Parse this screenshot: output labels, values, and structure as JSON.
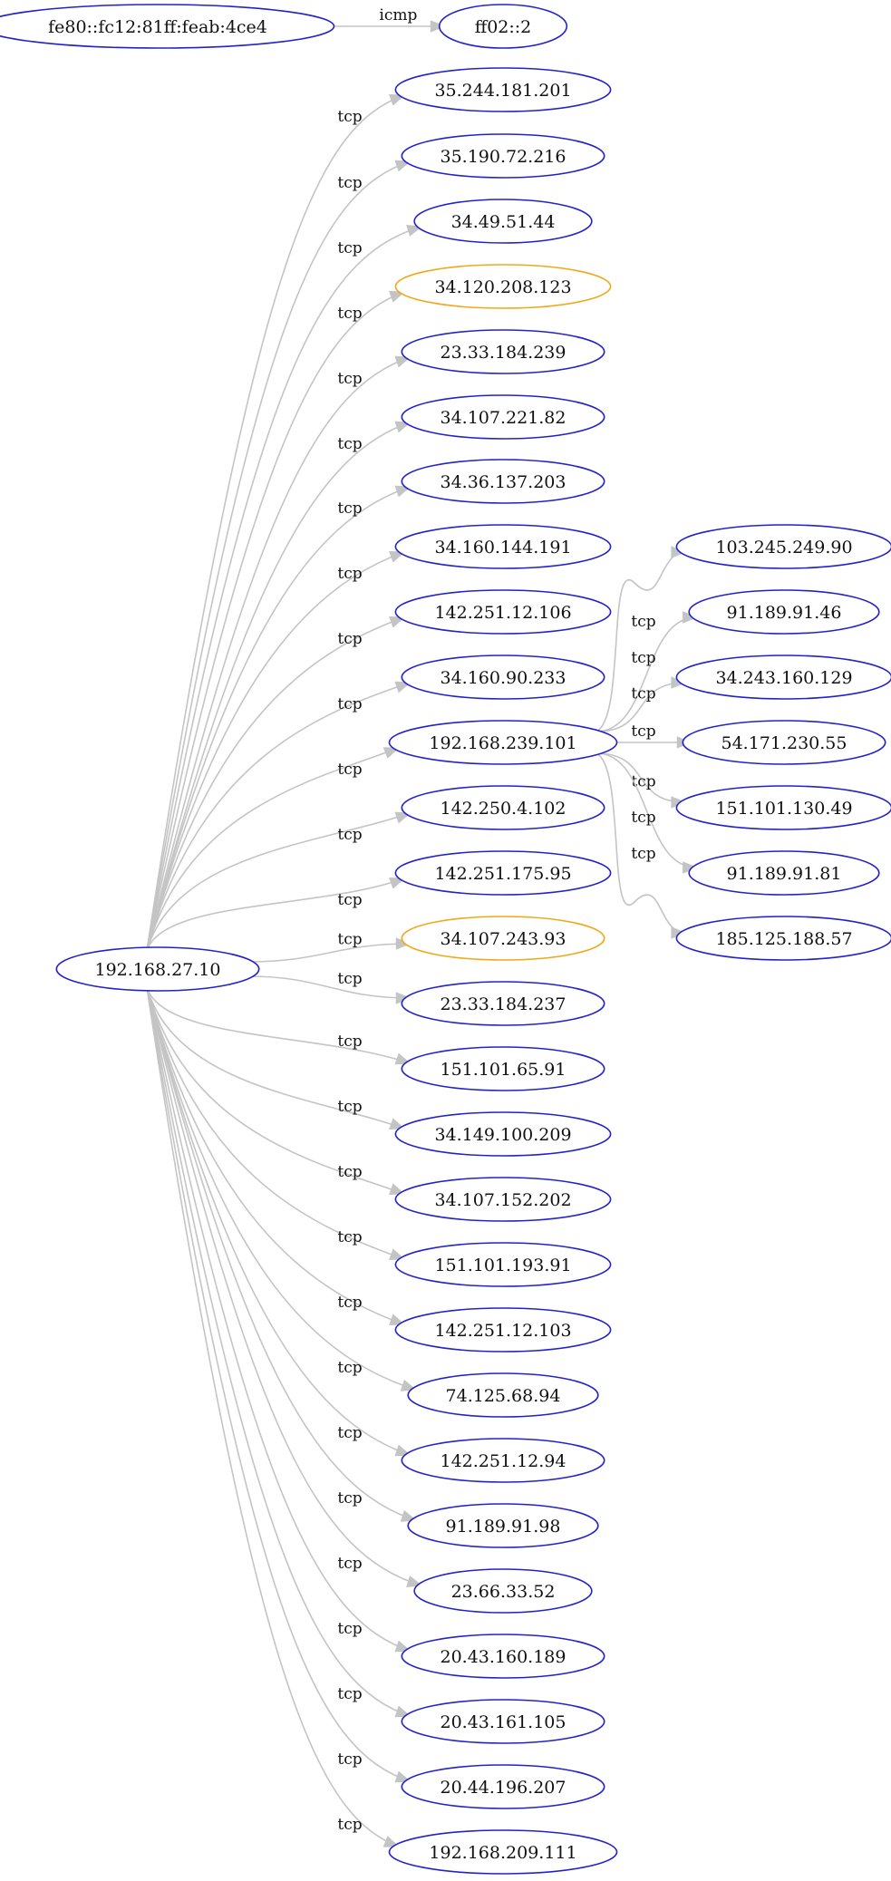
{
  "colors": {
    "normal": "#2222cc",
    "highlight": "#f0a818",
    "edge": "#c4c4c4"
  },
  "nodes": [
    {
      "id": "fe80::fc12:81ff:feab:4ce4",
      "label": "fe80::fc12:81ff:feab:4ce4",
      "color": "normal"
    },
    {
      "id": "ff02::2",
      "label": "ff02::2",
      "color": "normal"
    },
    {
      "id": "192.168.27.10",
      "label": "192.168.27.10",
      "color": "normal"
    },
    {
      "id": "192.168.239.101",
      "label": "192.168.239.101",
      "color": "normal"
    },
    {
      "id": "35.244.181.201",
      "label": "35.244.181.201",
      "color": "normal"
    },
    {
      "id": "35.190.72.216",
      "label": "35.190.72.216",
      "color": "normal"
    },
    {
      "id": "34.49.51.44",
      "label": "34.49.51.44",
      "color": "normal"
    },
    {
      "id": "34.120.208.123",
      "label": "34.120.208.123",
      "color": "highlight"
    },
    {
      "id": "23.33.184.239",
      "label": "23.33.184.239",
      "color": "normal"
    },
    {
      "id": "34.107.221.82",
      "label": "34.107.221.82",
      "color": "normal"
    },
    {
      "id": "34.36.137.203",
      "label": "34.36.137.203",
      "color": "normal"
    },
    {
      "id": "34.160.144.191",
      "label": "34.160.144.191",
      "color": "normal"
    },
    {
      "id": "142.251.12.106",
      "label": "142.251.12.106",
      "color": "normal"
    },
    {
      "id": "34.160.90.233",
      "label": "34.160.90.233",
      "color": "normal"
    },
    {
      "id": "142.250.4.102",
      "label": "142.250.4.102",
      "color": "normal"
    },
    {
      "id": "142.251.175.95",
      "label": "142.251.175.95",
      "color": "normal"
    },
    {
      "id": "34.107.243.93",
      "label": "34.107.243.93",
      "color": "highlight"
    },
    {
      "id": "23.33.184.237",
      "label": "23.33.184.237",
      "color": "normal"
    },
    {
      "id": "151.101.65.91",
      "label": "151.101.65.91",
      "color": "normal"
    },
    {
      "id": "34.149.100.209",
      "label": "34.149.100.209",
      "color": "normal"
    },
    {
      "id": "34.107.152.202",
      "label": "34.107.152.202",
      "color": "normal"
    },
    {
      "id": "151.101.193.91",
      "label": "151.101.193.91",
      "color": "normal"
    },
    {
      "id": "142.251.12.103",
      "label": "142.251.12.103",
      "color": "normal"
    },
    {
      "id": "74.125.68.94",
      "label": "74.125.68.94",
      "color": "normal"
    },
    {
      "id": "142.251.12.94",
      "label": "142.251.12.94",
      "color": "normal"
    },
    {
      "id": "91.189.91.98",
      "label": "91.189.91.98",
      "color": "normal"
    },
    {
      "id": "23.66.33.52",
      "label": "23.66.33.52",
      "color": "normal"
    },
    {
      "id": "20.43.160.189",
      "label": "20.43.160.189",
      "color": "normal"
    },
    {
      "id": "20.43.161.105",
      "label": "20.43.161.105",
      "color": "normal"
    },
    {
      "id": "20.44.196.207",
      "label": "20.44.196.207",
      "color": "normal"
    },
    {
      "id": "192.168.209.111",
      "label": "192.168.209.111",
      "color": "normal"
    },
    {
      "id": "103.245.249.90",
      "label": "103.245.249.90",
      "color": "normal"
    },
    {
      "id": "91.189.91.46",
      "label": "91.189.91.46",
      "color": "normal"
    },
    {
      "id": "34.243.160.129",
      "label": "34.243.160.129",
      "color": "normal"
    },
    {
      "id": "54.171.230.55",
      "label": "54.171.230.55",
      "color": "normal"
    },
    {
      "id": "151.101.130.49",
      "label": "151.101.130.49",
      "color": "normal"
    },
    {
      "id": "91.189.91.81",
      "label": "91.189.91.81",
      "color": "normal"
    },
    {
      "id": "185.125.188.57",
      "label": "185.125.188.57",
      "color": "normal"
    }
  ],
  "edges": [
    {
      "from": "fe80::fc12:81ff:feab:4ce4",
      "to": "ff02::2",
      "label": "icmp"
    },
    {
      "from": "192.168.27.10",
      "to": "35.244.181.201",
      "label": "tcp"
    },
    {
      "from": "192.168.27.10",
      "to": "35.190.72.216",
      "label": "tcp"
    },
    {
      "from": "192.168.27.10",
      "to": "34.49.51.44",
      "label": "tcp"
    },
    {
      "from": "192.168.27.10",
      "to": "34.120.208.123",
      "label": "tcp"
    },
    {
      "from": "192.168.27.10",
      "to": "23.33.184.239",
      "label": "tcp"
    },
    {
      "from": "192.168.27.10",
      "to": "34.107.221.82",
      "label": "tcp"
    },
    {
      "from": "192.168.27.10",
      "to": "34.36.137.203",
      "label": "tcp"
    },
    {
      "from": "192.168.27.10",
      "to": "34.160.144.191",
      "label": "tcp"
    },
    {
      "from": "192.168.27.10",
      "to": "142.251.12.106",
      "label": "tcp"
    },
    {
      "from": "192.168.27.10",
      "to": "34.160.90.233",
      "label": "tcp"
    },
    {
      "from": "192.168.27.10",
      "to": "192.168.239.101",
      "label": "tcp"
    },
    {
      "from": "192.168.27.10",
      "to": "142.250.4.102",
      "label": "tcp"
    },
    {
      "from": "192.168.27.10",
      "to": "142.251.175.95",
      "label": "tcp"
    },
    {
      "from": "192.168.27.10",
      "to": "34.107.243.93",
      "label": "tcp"
    },
    {
      "from": "192.168.27.10",
      "to": "23.33.184.237",
      "label": "tcp"
    },
    {
      "from": "192.168.27.10",
      "to": "151.101.65.91",
      "label": "tcp"
    },
    {
      "from": "192.168.27.10",
      "to": "34.149.100.209",
      "label": "tcp"
    },
    {
      "from": "192.168.27.10",
      "to": "34.107.152.202",
      "label": "tcp"
    },
    {
      "from": "192.168.27.10",
      "to": "151.101.193.91",
      "label": "tcp"
    },
    {
      "from": "192.168.27.10",
      "to": "142.251.12.103",
      "label": "tcp"
    },
    {
      "from": "192.168.27.10",
      "to": "74.125.68.94",
      "label": "tcp"
    },
    {
      "from": "192.168.27.10",
      "to": "142.251.12.94",
      "label": "tcp"
    },
    {
      "from": "192.168.27.10",
      "to": "91.189.91.98",
      "label": "tcp"
    },
    {
      "from": "192.168.27.10",
      "to": "23.66.33.52",
      "label": "tcp"
    },
    {
      "from": "192.168.27.10",
      "to": "20.43.160.189",
      "label": "tcp"
    },
    {
      "from": "192.168.27.10",
      "to": "20.43.161.105",
      "label": "tcp"
    },
    {
      "from": "192.168.27.10",
      "to": "20.44.196.207",
      "label": "tcp"
    },
    {
      "from": "192.168.27.10",
      "to": "192.168.209.111",
      "label": "tcp"
    },
    {
      "from": "192.168.239.101",
      "to": "103.245.249.90",
      "label": "tcp"
    },
    {
      "from": "192.168.239.101",
      "to": "91.189.91.46",
      "label": "tcp"
    },
    {
      "from": "192.168.239.101",
      "to": "34.243.160.129",
      "label": "tcp"
    },
    {
      "from": "192.168.239.101",
      "to": "54.171.230.55",
      "label": "tcp"
    },
    {
      "from": "192.168.239.101",
      "to": "151.101.130.49",
      "label": "tcp"
    },
    {
      "from": "192.168.239.101",
      "to": "91.189.91.81",
      "label": "tcp"
    },
    {
      "from": "192.168.239.101",
      "to": "185.125.188.57",
      "label": "tcp"
    }
  ]
}
